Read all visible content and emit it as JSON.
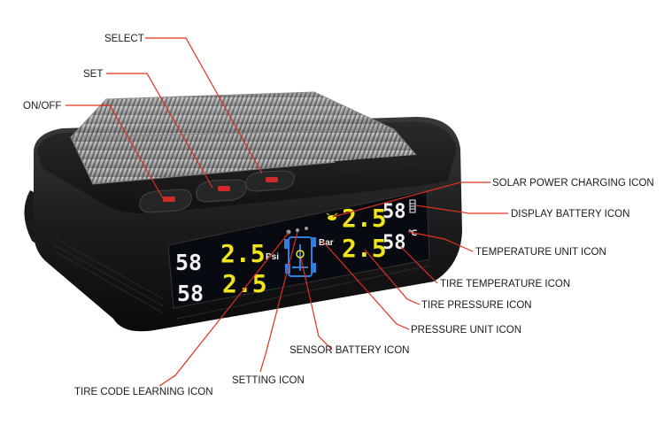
{
  "labels": {
    "select": "SELECT",
    "set": "SET",
    "on_off": "ON/OFF",
    "solar_power_charging_icon": "SOLAR POWER CHARGING ICON",
    "display_battery_icon": "DISPLAY BATTERY ICON",
    "temperature_unit_icon": "TEMPERATURE UNIT ICON",
    "tire_temperature_icon": "TIRE TEMPERATURE ICON",
    "tire_pressure_icon": "TIRE PRESSURE ICON",
    "pressure_unit_icon": "PRESSURE UNIT ICON",
    "sensor_battery_icon": "SENSOR BATTERY ICON",
    "setting_icon": "SETTING ICON",
    "tire_code_learning_icon": "TIRE CODE LEARNING ICON"
  },
  "display": {
    "left_temp_top": "58",
    "left_temp_bottom": "58",
    "left_pressure_top": "2.5",
    "left_pressure_bottom": "2.5",
    "psi": "Psi",
    "bar": "Bar",
    "right_pressure_top": "2.5",
    "right_pressure_bottom": "2.5",
    "right_temp_top": "58",
    "right_temp_bottom": "58",
    "celsius": "℃"
  },
  "colors": {
    "leader_line": "#e0301e",
    "lcd_background": "#070a10",
    "lcd_white": "#f2f2f2",
    "lcd_yellow": "#f2e41a",
    "lcd_blue": "#2f7fe0",
    "device_body": "#151515"
  }
}
